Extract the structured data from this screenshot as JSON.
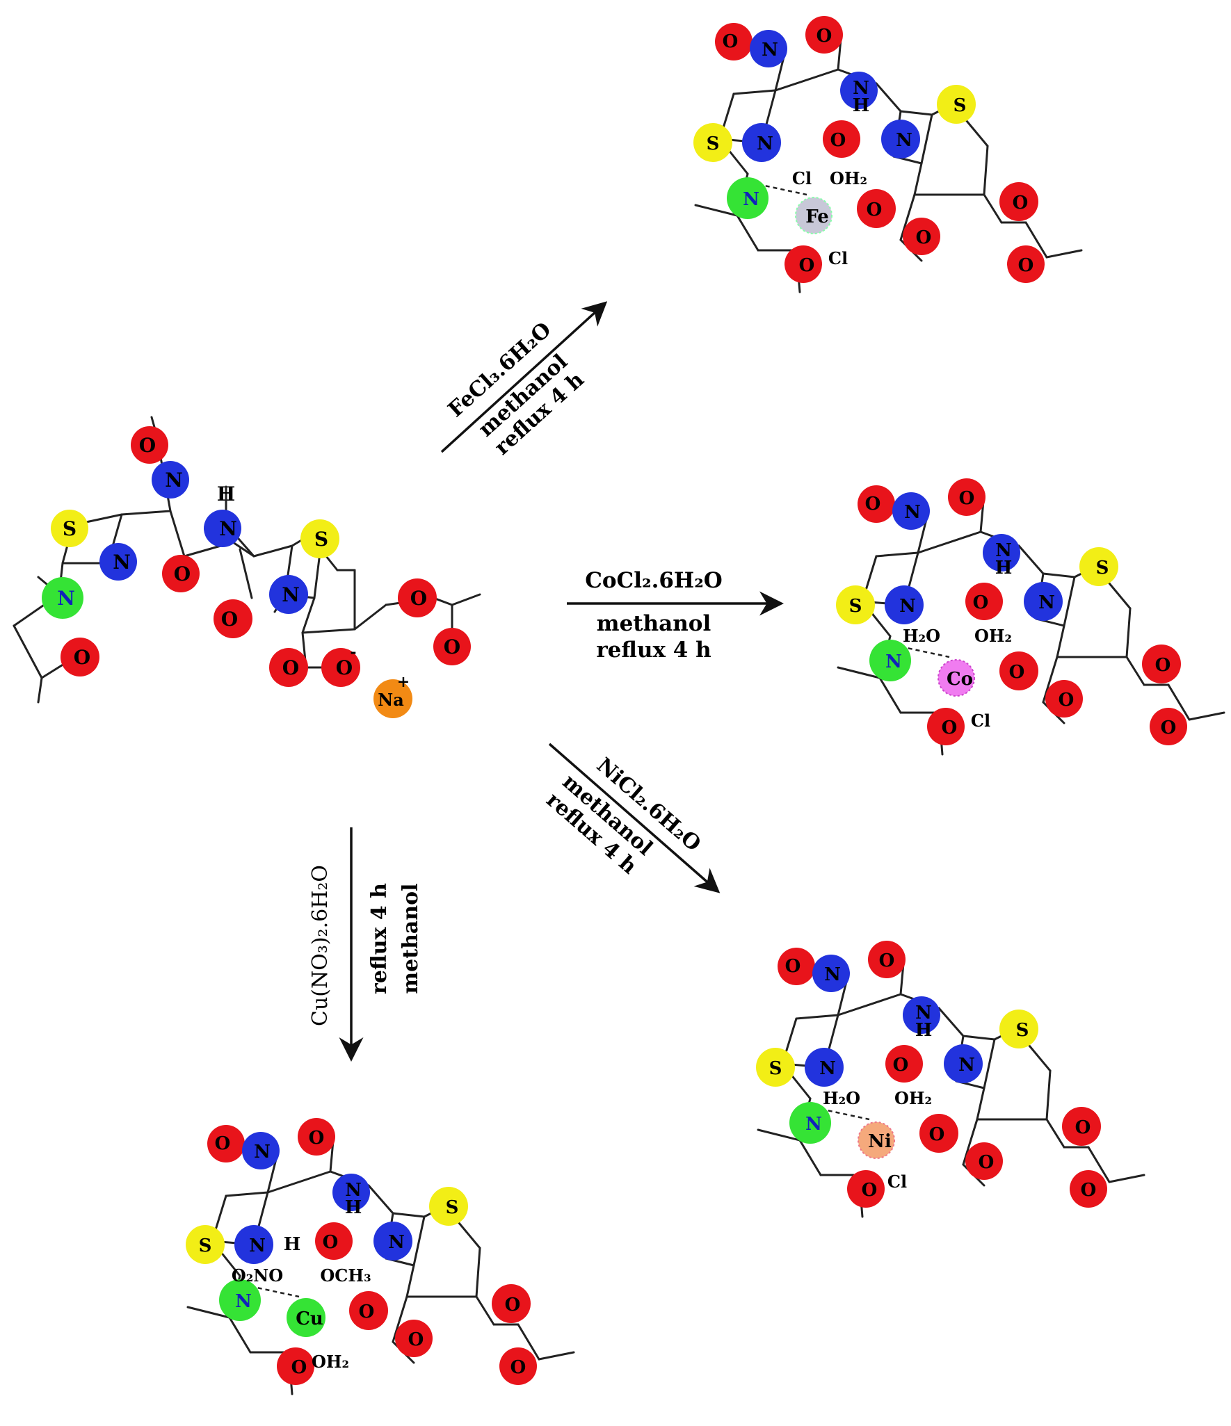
{
  "colors": {
    "O": "#e8141b",
    "N": "#2233dd",
    "S": "#f2ee16",
    "N_imine": "#35e335",
    "Na": "#f28a14",
    "Fe": "#c8c8d8",
    "Co": "#f07cf0",
    "Ni": "#f5a97c",
    "Cu": "#35e335",
    "arrow": "#111111"
  },
  "atom_labels": {
    "O": "O",
    "N": "N",
    "S": "S",
    "NH": "N",
    "H": "H",
    "Na": "Na",
    "Na_charge": "+",
    "O_minus": "-",
    "Fe": "Fe",
    "Co": "Co",
    "Ni": "Ni",
    "Cu": "Cu",
    "Cl": "Cl",
    "OH2": "OH₂",
    "H2O": "H₂O",
    "OCH3": "OCH₃",
    "O2NO": "O₂NO"
  },
  "reactions": {
    "fe": {
      "reagent": "FeCl₃.6H₂O",
      "solvent": "methanol",
      "conditions": "reflux 4 h"
    },
    "co": {
      "reagent": "CoCl₂.6H₂O",
      "solvent": "methanol",
      "conditions": "reflux 4 h"
    },
    "ni": {
      "reagent": "NiCl₂.6H₂O",
      "solvent": "methanol",
      "conditions": "reflux 4 h"
    },
    "cu": {
      "reagent": "Cu(NO₃)₂.6H₂O",
      "solvent": "methanol",
      "conditions": "reflux 4 h"
    }
  }
}
